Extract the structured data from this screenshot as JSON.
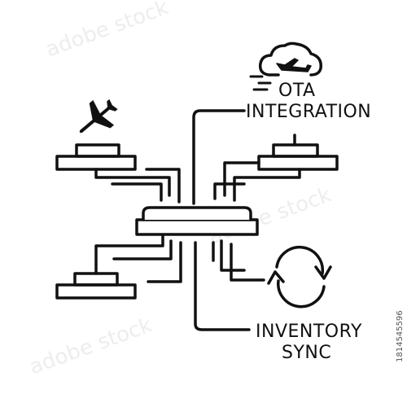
{
  "labels": {
    "ota_line1": "OTA",
    "ota_line2": "INTEGRATION",
    "inventory_line1": "INVENTORY",
    "inventory_line2": "SYNC"
  },
  "stock_id": "1814545596",
  "watermark": "adobe stock",
  "colors": {
    "line": "#111111",
    "background": "#ffffff",
    "watermark": "#e6e6e6"
  },
  "icons": [
    "airplane-icon",
    "cloud-airplane-icon",
    "sync-arrows-icon"
  ]
}
